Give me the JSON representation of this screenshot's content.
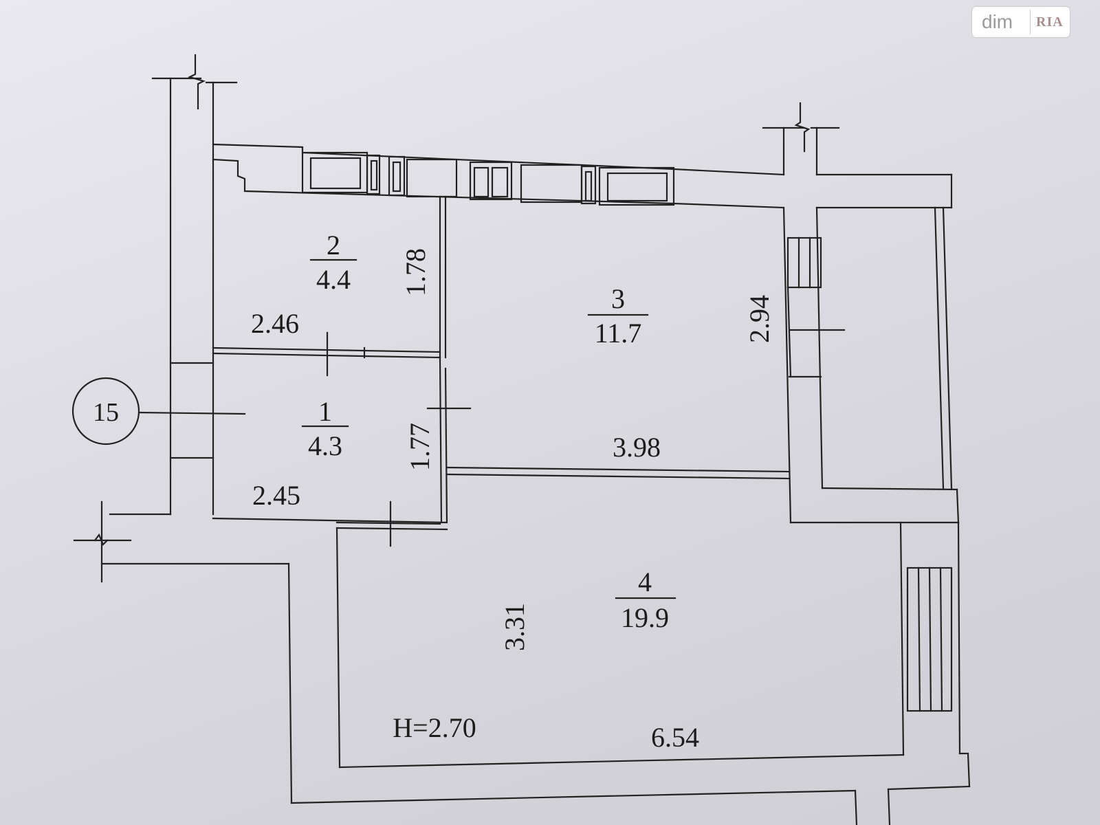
{
  "watermark": {
    "text": "dim",
    "logo": "RIA"
  },
  "axis_marker": "15",
  "rooms": [
    {
      "number": "1",
      "area": "4.3"
    },
    {
      "number": "2",
      "area": "4.4"
    },
    {
      "number": "3",
      "area": "11.7"
    },
    {
      "number": "4",
      "area": "19.9"
    }
  ],
  "dimensions": {
    "room2_width": "2.46",
    "room2_depth": "1.78",
    "room1_width": "2.45",
    "room1_depth": "1.77",
    "room3_width": "3.98",
    "balcony_depth": "2.94",
    "room4_depth": "3.31",
    "room4_width": "6.54"
  },
  "ceiling_height": "H=2.70"
}
